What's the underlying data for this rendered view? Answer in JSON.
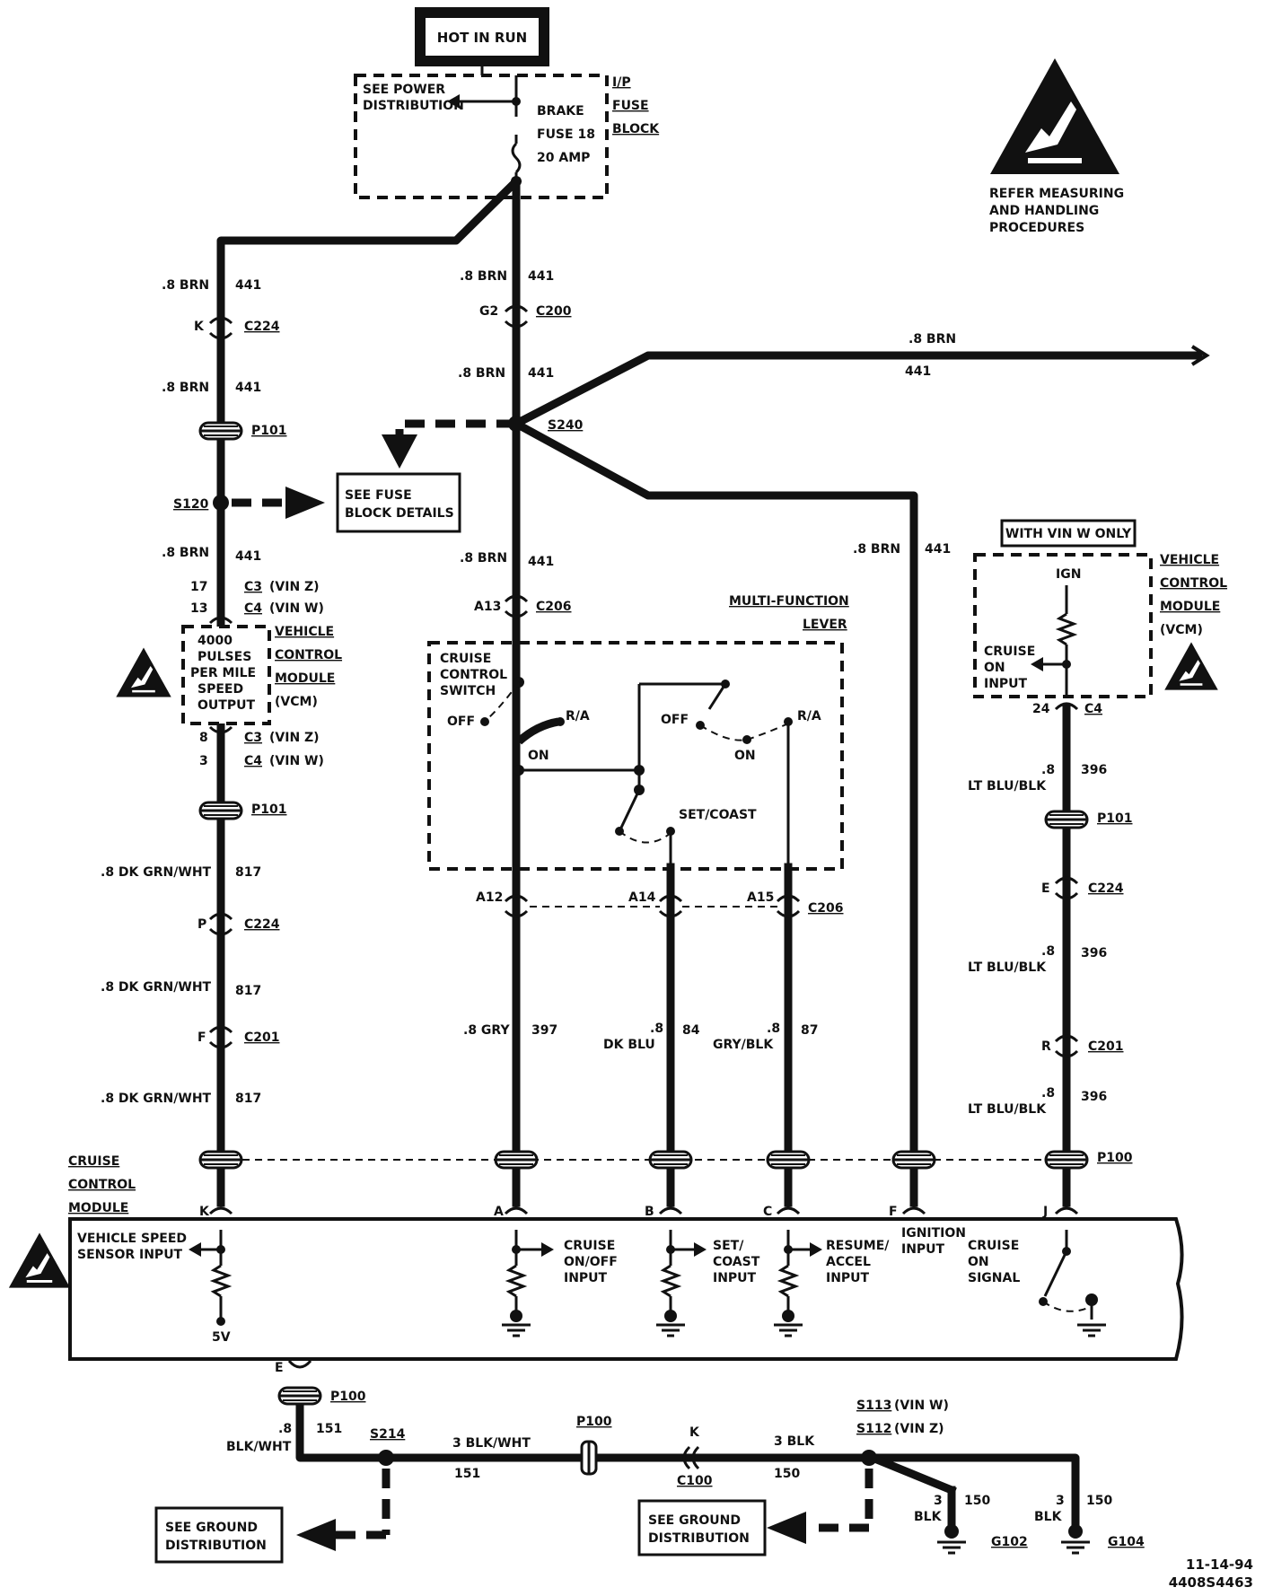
{
  "power": {
    "hot_label": "HOT IN RUN",
    "see_power_distribution": [
      "SEE POWER",
      "DISTRIBUTION"
    ],
    "fuse_lines": [
      "BRAKE",
      "FUSE 18",
      "20 AMP"
    ],
    "fuse_block_label": [
      "I/P",
      "FUSE",
      "BLOCK"
    ]
  },
  "esd_note": [
    "REFER MEASURING",
    "AND HANDLING",
    "PROCEDURES"
  ],
  "left_branch": {
    "w1_size": ".8 BRN",
    "w1_circuit": "441",
    "c224_pin": "K",
    "c224": "C224",
    "w2_size": ".8 BRN",
    "w2_circuit": "441",
    "p101": "P101",
    "s120": "S120",
    "see_fuse_block": [
      "SEE FUSE",
      "BLOCK DETAILS"
    ],
    "w3_size": ".8 BRN",
    "w3_circuit": "441",
    "vcm_top_pins": [
      [
        "17",
        "C3",
        "(VIN Z)"
      ],
      [
        "13",
        "C4",
        "(VIN W)"
      ]
    ],
    "vcm_box": [
      "4000",
      "PULSES",
      "PER MILE",
      "SPEED",
      "OUTPUT"
    ],
    "vcm_label": [
      "VEHICLE",
      "CONTROL",
      "MODULE",
      "(VCM)"
    ],
    "vcm_bottom_pins": [
      [
        "8",
        "C3",
        "(VIN Z)"
      ],
      [
        "3",
        "C4",
        "(VIN W)"
      ]
    ],
    "p101_b": "P101",
    "w4_size": ".8 DK GRN/WHT",
    "w4_circuit": "817",
    "c224_pin_b": "P",
    "c224_b": "C224",
    "w5_size": ".8 DK GRN/WHT",
    "w5_circuit": "817",
    "c201_pin": "F",
    "c201": "C201",
    "w6_size": ".8 DK GRN/WHT",
    "w6_circuit": "817"
  },
  "center": {
    "w1_size": ".8 BRN",
    "w1_circuit": "441",
    "c200_pin": "G2",
    "c200": "C200",
    "w2_size": ".8 BRN",
    "w2_circuit": "441",
    "s240": "S240",
    "right_size": ".8 BRN",
    "right_circuit": "441",
    "w3_size": ".8 BRN",
    "w3_circuit": "441",
    "c206_pin": "A13",
    "c206": "C206",
    "f_size": ".8 BRN",
    "f_circuit": "441"
  },
  "mfl": {
    "title": [
      "MULTI-FUNCTION",
      "LEVER"
    ],
    "switch_label": [
      "CRUISE",
      "CONTROL",
      "SWITCH"
    ],
    "off": "OFF",
    "ra": "R/A",
    "on": "ON",
    "off2": "OFF",
    "on2": "ON",
    "ra2": "R/A",
    "set_coast": "SET/COAST",
    "pins": [
      "A12",
      "A14",
      "A15"
    ],
    "c206": "C206"
  },
  "wires": {
    "gry_size": ".8 GRY",
    "gry_circuit": "397",
    "dkblu_size": [
      ".8",
      "DK BLU"
    ],
    "dkblu_circuit": "84",
    "gryblk_size": [
      ".8",
      "GRY/BLK"
    ],
    "gryblk_circuit": "87"
  },
  "right_branch": {
    "with_vin": "WITH VIN W ONLY",
    "vcm_label": [
      "VEHICLE",
      "CONTROL",
      "MODULE",
      "(VCM)"
    ],
    "ign": "IGN",
    "cruise_on_input": [
      "CRUISE",
      "ON",
      "INPUT"
    ],
    "pin": "24",
    "conn": "C4",
    "w1_size": [
      ".8",
      "LT BLU/BLK"
    ],
    "w1_circuit": "396",
    "p101": "P101",
    "c224_pin": "E",
    "c224": "C224",
    "w2_size": [
      ".8",
      "LT BLU/BLK"
    ],
    "w2_circuit": "396",
    "c201_pin": "R",
    "c201": "C201",
    "w3_size": [
      ".8",
      "LT BLU/BLK"
    ],
    "w3_circuit": "396",
    "p100": "P100"
  },
  "ccm": {
    "title": [
      "CRUISE",
      "CONTROL",
      "MODULE"
    ],
    "pins": [
      "K",
      "A",
      "B",
      "C",
      "F",
      "J"
    ],
    "vss_input": [
      "VEHICLE SPEED",
      "SENSOR INPUT"
    ],
    "five_v": "5V",
    "cruise_on_off": [
      "CRUISE",
      "ON/OFF",
      "INPUT"
    ],
    "set_coast_input": [
      "SET/",
      "COAST",
      "INPUT"
    ],
    "resume_accel": [
      "RESUME/",
      "ACCEL",
      "INPUT"
    ],
    "ignition_input": [
      "IGNITION",
      "INPUT"
    ],
    "cruise_on_signal": [
      "CRUISE",
      "ON",
      "SIGNAL"
    ]
  },
  "ground": {
    "e_pin": "E",
    "p100": "P100",
    "w1_size": [
      ".8",
      "BLK/WHT"
    ],
    "w1_circuit": "151",
    "s214": "S214",
    "w2_size": "3 BLK/WHT",
    "w2_circuit": "151",
    "p100_b": "P100",
    "k_pin": "K",
    "c100": "C100",
    "w3_size": "3 BLK",
    "w3_circuit": "150",
    "s113": "S113",
    "s113_note": "(VIN W)",
    "s112": "S112",
    "s112_note": "(VIN Z)",
    "g102_wire": [
      "3",
      "BLK"
    ],
    "g102_circuit": "150",
    "g102": "G102",
    "g104_wire": [
      "3",
      "BLK"
    ],
    "g104_circuit": "150",
    "g104": "G104",
    "see_ground_1": [
      "SEE GROUND",
      "DISTRIBUTION"
    ],
    "see_ground_2": [
      "SEE GROUND",
      "DISTRIBUTION"
    ]
  },
  "footer": {
    "date": "11-14-94",
    "code": "4408S4463"
  }
}
